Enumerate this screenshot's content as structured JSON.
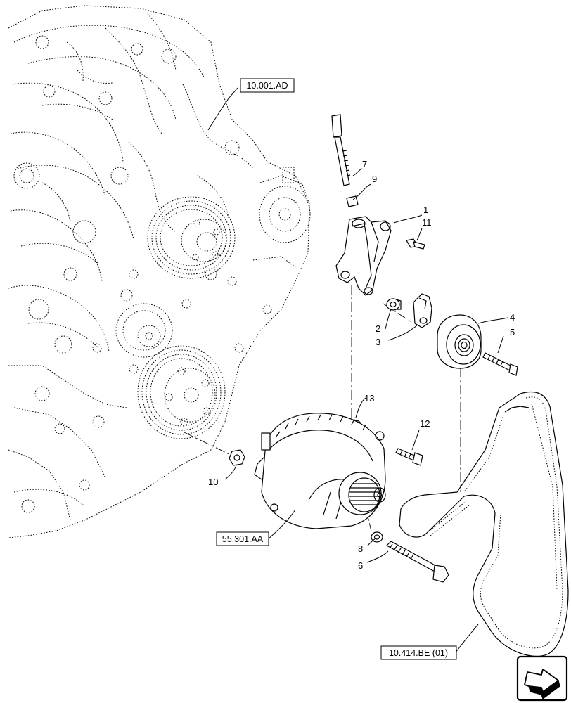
{
  "callouts": {
    "p1": "1",
    "p2": "2",
    "p3": "3",
    "p4": "4",
    "p5": "5",
    "p6": "6",
    "p7": "7",
    "p8": "8",
    "p9": "9",
    "p10": "10",
    "p11": "11",
    "p12": "12",
    "p13": "13"
  },
  "references": {
    "engine": "10.001.AD",
    "alternator": "55.301.AA",
    "belt": "10.414.BE (01)"
  },
  "nav": {
    "icon": "next-page-arrow-icon"
  }
}
